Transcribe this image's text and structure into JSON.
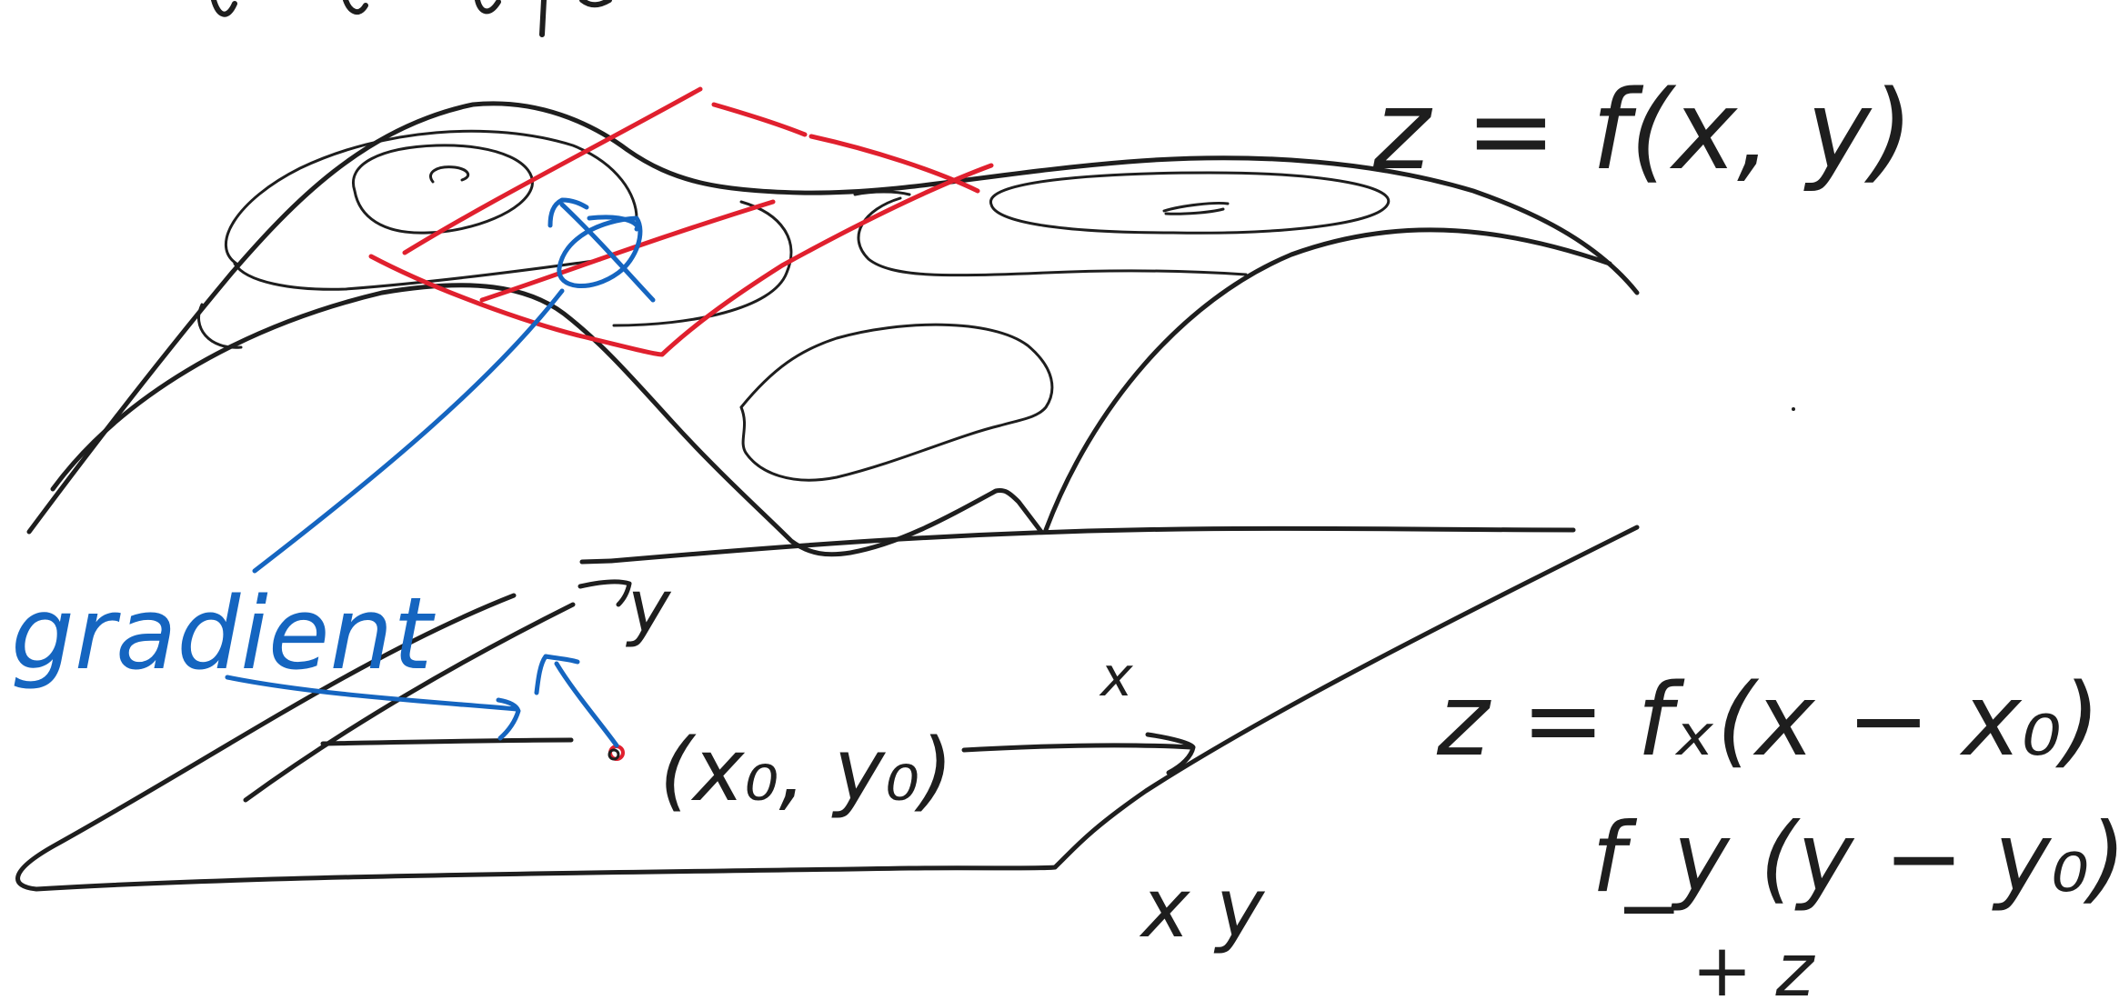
{
  "canvas": {
    "background": "#ffffff"
  },
  "colors": {
    "black": "#1e1e1e",
    "red": "#e0202e",
    "blue": "#1565c0"
  },
  "labels": {
    "surface_eq": "z = f(x, y)",
    "gradient": "gradient",
    "point": "(x₀, y₀)",
    "axis_x": "x",
    "axis_y": "y",
    "axis_xy": "x y",
    "tangent_line1": "z = fₓ(x − x₀) +",
    "tangent_line2": "f_y (y − y₀)!",
    "tangent_line3": "+ z"
  }
}
